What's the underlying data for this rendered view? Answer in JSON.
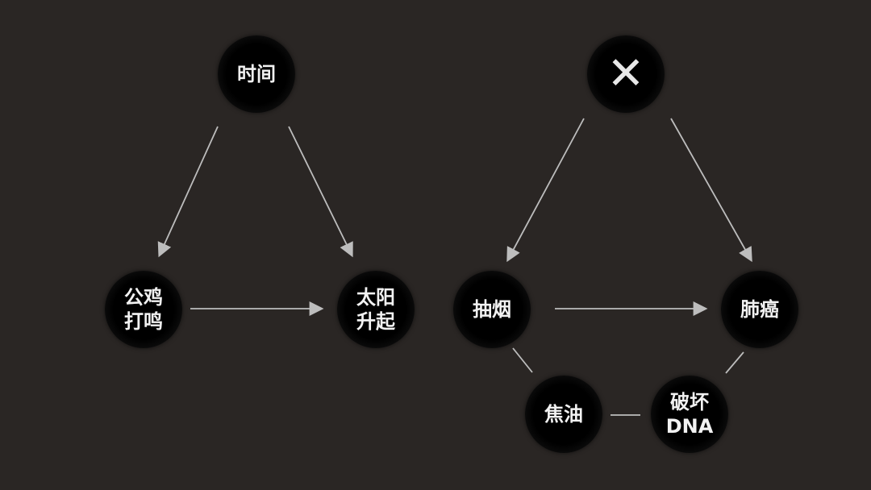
{
  "left_diagram": {
    "top": {
      "label": "时间"
    },
    "left": {
      "line1": "公鸡",
      "line2": "打鸣"
    },
    "right": {
      "line1": "太阳",
      "line2": "升起"
    }
  },
  "right_diagram": {
    "top": {
      "label": "✕"
    },
    "left": {
      "label": "抽烟"
    },
    "right": {
      "label": "肺癌"
    },
    "mid_left": {
      "label": "焦油"
    },
    "mid_right": {
      "line1": "破坏",
      "line2": "DNA"
    }
  },
  "colors": {
    "background": "#2a2624",
    "arrow": "#bdbdbd",
    "node_text": "#f2f2f2"
  }
}
